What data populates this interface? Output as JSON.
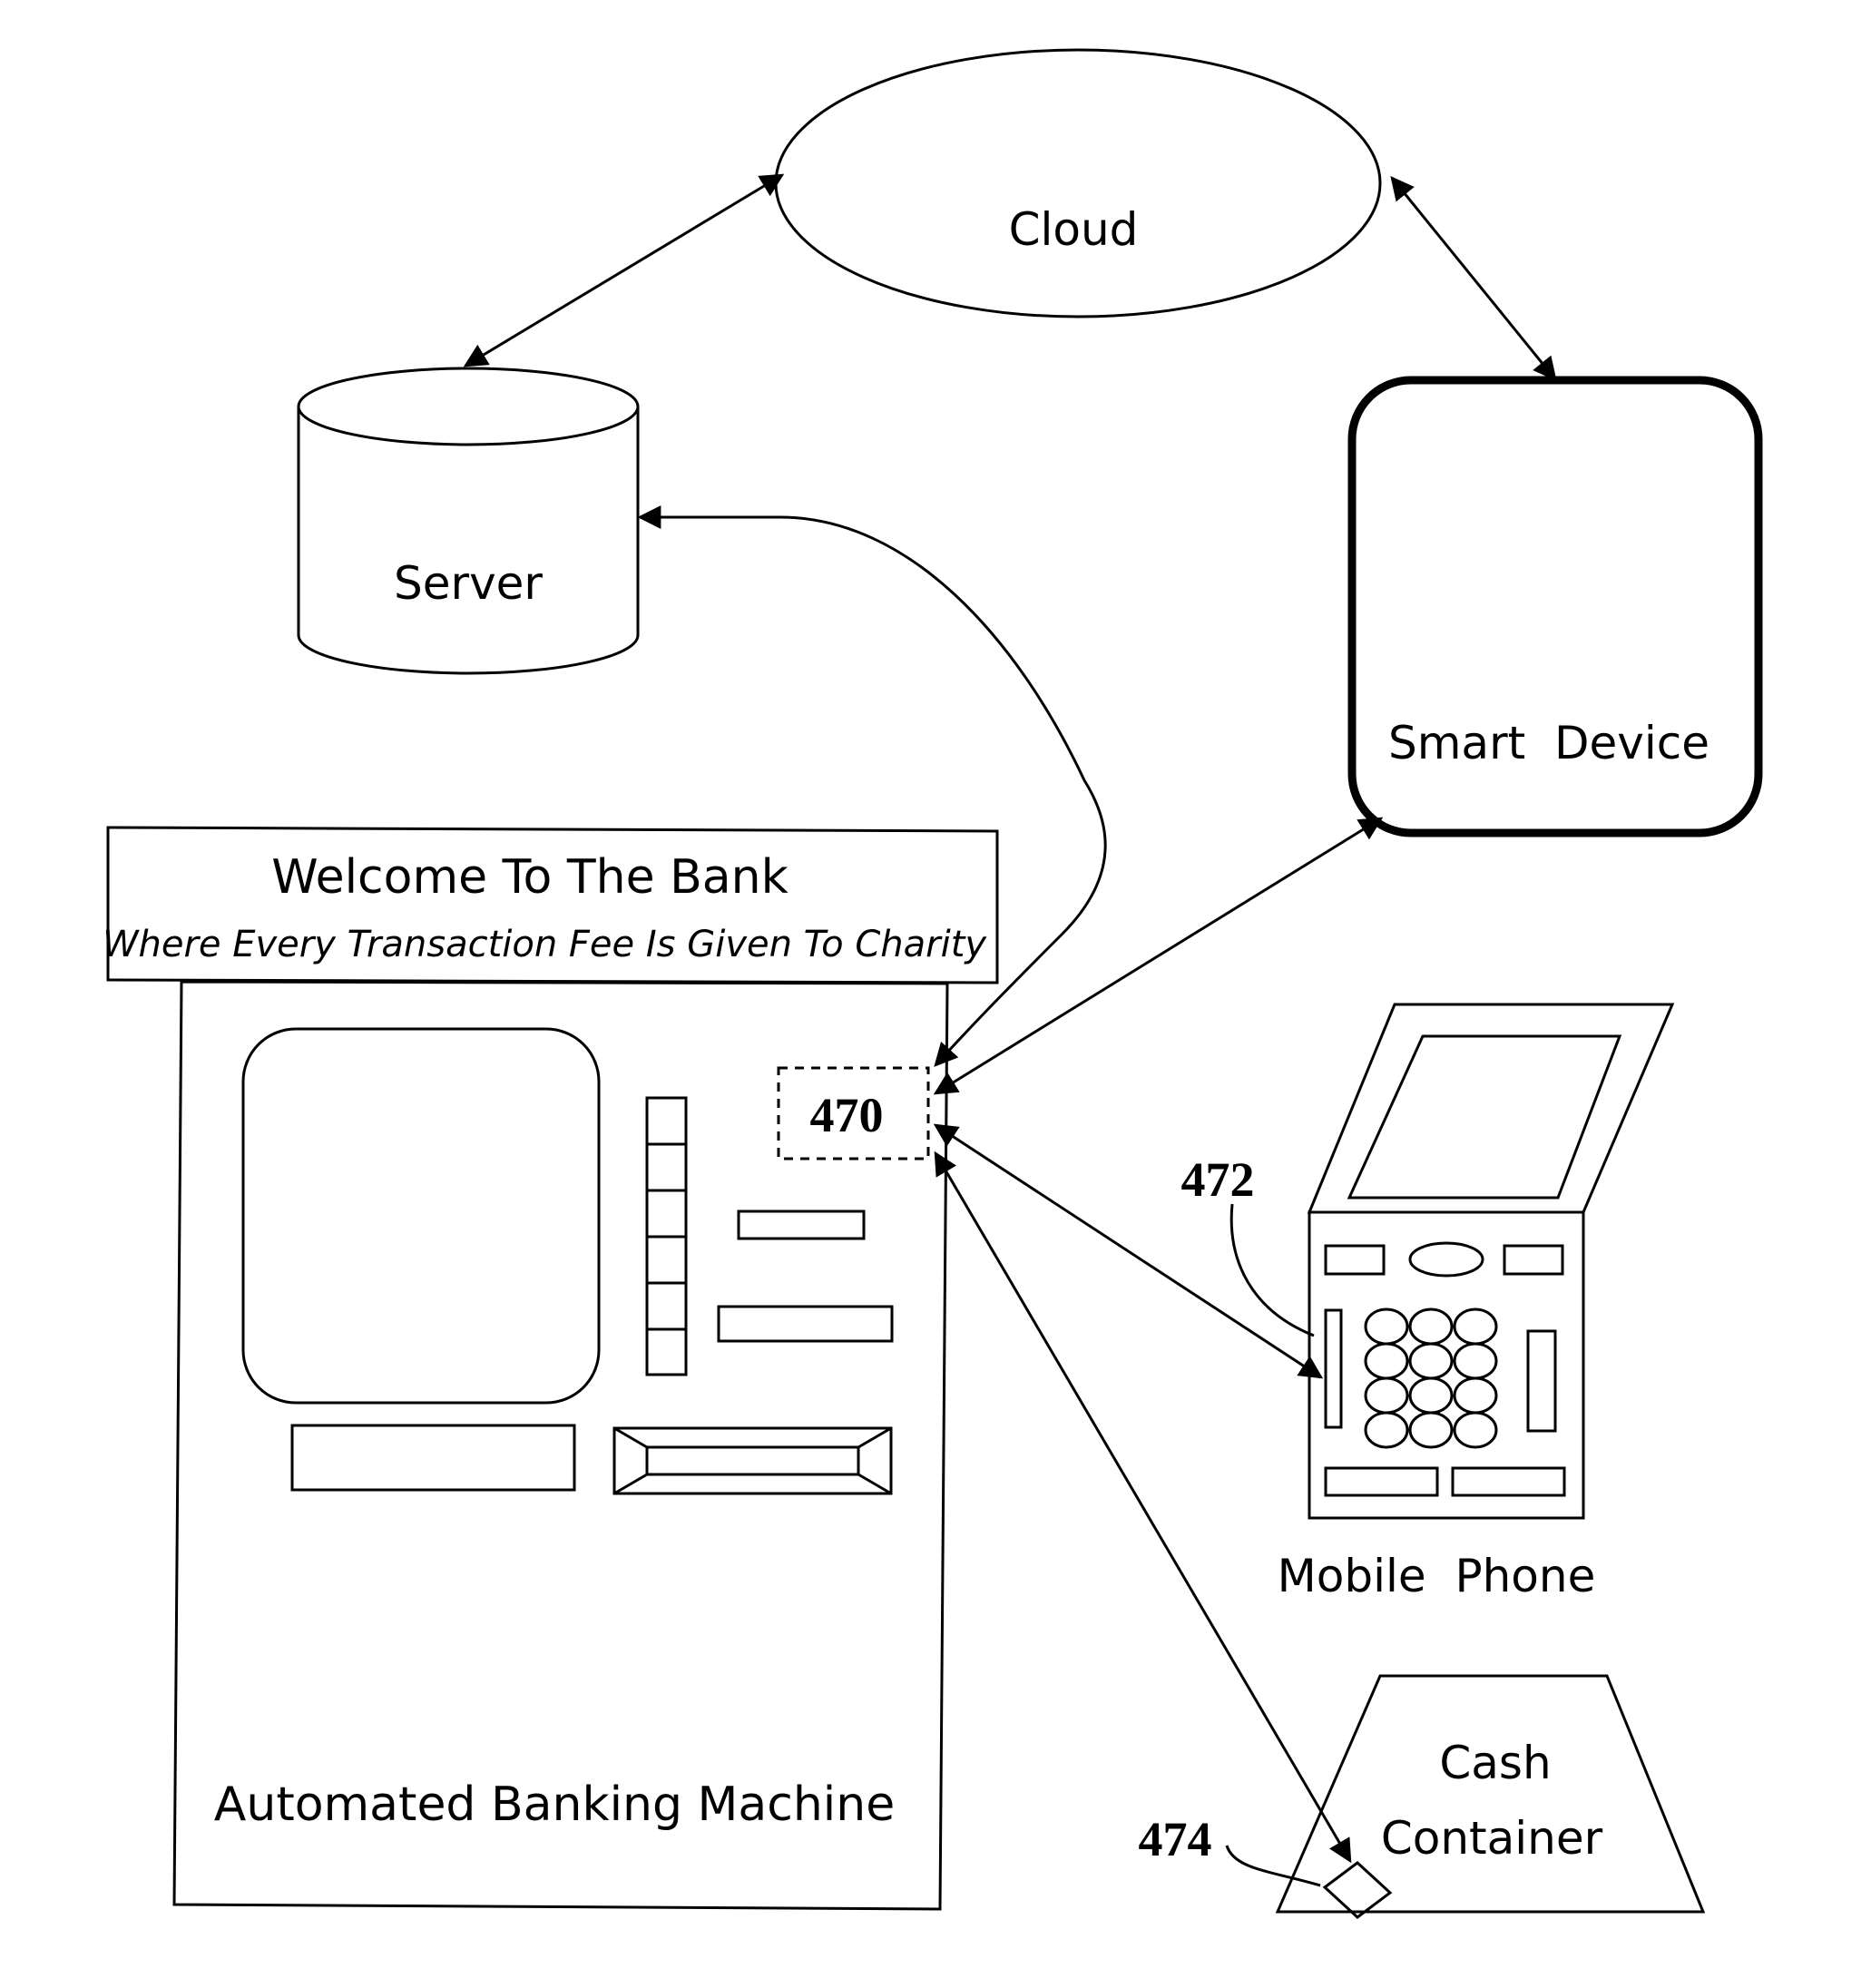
{
  "nodes": {
    "cloud": "Cloud",
    "server": "Server",
    "smart_device": "Smart  Device",
    "mobile_phone": "Mobile  Phone",
    "cash_container_line1": "Cash",
    "cash_container_line2": "Container",
    "atm": "Automated Banking Machine"
  },
  "banner": {
    "title": "Welcome To The Bank",
    "subtitle": "Where Every Transaction Fee Is Given To Charity"
  },
  "refs": {
    "r470": "470",
    "r472": "472",
    "r474": "474"
  }
}
